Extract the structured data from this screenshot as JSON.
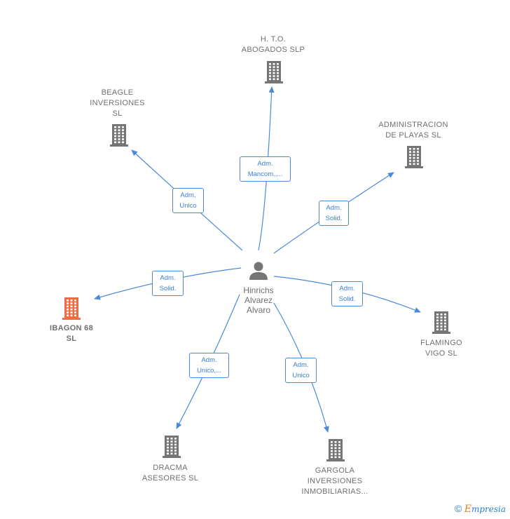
{
  "center": {
    "label": "Hinrichs\nAlvarez\nAlvaro",
    "icon": "person-icon"
  },
  "nodes": [
    {
      "id": "ht",
      "label": "H. T.O.\nABOGADOS  SLP",
      "icon": "building-icon",
      "highlight": false
    },
    {
      "id": "beagle",
      "label": "BEAGLE\nINVERSIONES\nSL",
      "icon": "building-icon",
      "highlight": false
    },
    {
      "id": "playas",
      "label": "ADMINISTRACION\nDE PLAYAS  SL",
      "icon": "building-icon",
      "highlight": false
    },
    {
      "id": "ibagon",
      "label": "IBAGON 68\nSL",
      "icon": "building-icon",
      "highlight": true
    },
    {
      "id": "flamingo",
      "label": "FLAMINGO\nVIGO SL",
      "icon": "building-icon",
      "highlight": false
    },
    {
      "id": "dracma",
      "label": "DRACMA\nASESORES  SL",
      "icon": "building-icon",
      "highlight": false
    },
    {
      "id": "gargola",
      "label": "GARGOLA\nINVERSIONES\nINMOBILIARIAS...",
      "icon": "building-icon",
      "highlight": false
    }
  ],
  "edges": [
    {
      "to": "ht",
      "label": "Adm.\nMancom.,..."
    },
    {
      "to": "beagle",
      "label": "Adm.\nUnico"
    },
    {
      "to": "playas",
      "label": "Adm.\nSolid."
    },
    {
      "to": "ibagon",
      "label": "Adm.\nSolid."
    },
    {
      "to": "flamingo",
      "label": "Adm.\nSolid."
    },
    {
      "to": "dracma",
      "label": "Adm.\nUnico,..."
    },
    {
      "to": "gargola",
      "label": "Adm.\nUnico"
    }
  ],
  "colors": {
    "edge": "#4a8ad8",
    "icon": "#757575",
    "highlight": "#f26a3d",
    "label_text": "#3a7fd5"
  },
  "brand": {
    "copyright": "©",
    "first_letter": "E",
    "rest": "mpresia"
  }
}
